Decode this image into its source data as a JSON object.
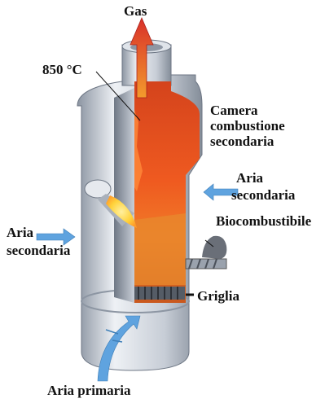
{
  "labels": {
    "gas": "Gas",
    "temperature": "850 °C",
    "camera_line1": "Camera",
    "camera_line2": "combustione",
    "camera_line3": "secondaria",
    "aria_sec_right_line1": "Aria",
    "aria_sec_right_line2": "secondaria",
    "biocombustibile": "Biocombustibile",
    "aria_sec_left_line1": "Aria",
    "aria_sec_left_line2": "secondaria",
    "griglia": "Griglia",
    "aria_primaria": "Aria primaria"
  },
  "colors": {
    "steel_light": "#e9edf3",
    "steel_mid": "#b9c1cc",
    "steel_dark": "#7f8896",
    "fire_deep": "#d8401a",
    "fire_bright": "#ff7a2a",
    "flame_yellow": "#ffd23a",
    "air_arrow": "#4f95d6",
    "gas_arrow": "#d9302a"
  }
}
